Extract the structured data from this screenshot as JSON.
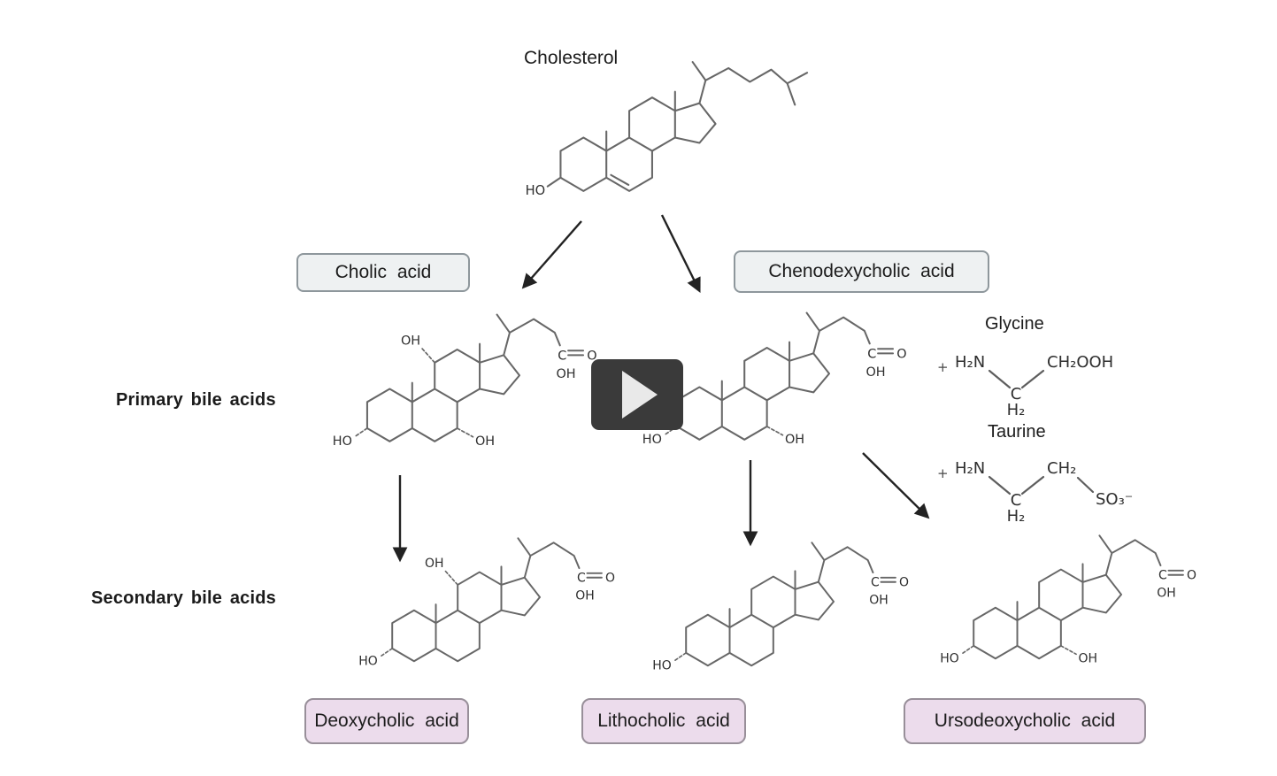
{
  "cholesterol": {
    "label": "Cholesterol"
  },
  "primary_section": {
    "label": "Primary bile acids"
  },
  "secondary_section": {
    "label": "Secondary bile acids"
  },
  "boxes": {
    "cholic": {
      "label": "Cholic acid"
    },
    "chenodeoxycholic": {
      "label": "Chenodexycholic acid"
    },
    "deoxycholic": {
      "label": "Deoxycholic acid"
    },
    "lithocholic": {
      "label": "Lithocholic acid"
    },
    "ursodeoxycholic": {
      "label": "Ursodeoxycholic acid"
    }
  },
  "conjugates": {
    "glycine": {
      "title": "Glycine",
      "plus": "+",
      "amine": "H₂N",
      "carbon": "C",
      "h2": "H₂",
      "tail": "CH₂OOH"
    },
    "taurine": {
      "title": "Taurine",
      "plus": "+",
      "amine": "H₂N",
      "carbon": "C",
      "h2": "H₂",
      "ch2": "CH₂",
      "sulfo": "SO₃⁻"
    }
  },
  "atoms": {
    "oh": "OH",
    "ho": "HO",
    "c": "C",
    "o": "O"
  },
  "colors": {
    "background": "#ffffff",
    "primary_box_bg": "#eef1f2",
    "primary_box_border": "#8e979c",
    "secondary_box_bg": "#ecdcec",
    "secondary_box_border": "#988f99",
    "structure_stroke": "#676767",
    "text": "#1b1b1b",
    "arrow": "#222222",
    "play_button_bg": "#3a3a3a",
    "play_triangle": "#e9e9e9"
  }
}
